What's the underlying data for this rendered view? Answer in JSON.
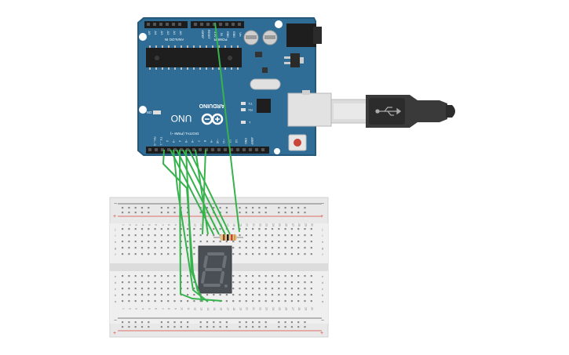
{
  "board": {
    "brand": "ARDUINO",
    "model": "UNO",
    "on_label": "ON",
    "tx_label": "TX",
    "rx_label": "RX",
    "l_label": "L",
    "digital_label": "DIGITAL (PWM ~)",
    "analog_label": "ANALOG IN",
    "power_label": "POWER",
    "aref_label": "AREF",
    "gnd_label": "GND",
    "ioref_label": "IOREF",
    "reset_label": "RESET",
    "v33_label": "3.3V",
    "v5_label": "5V",
    "vin_label": "Vin",
    "analog_pins": [
      "A0",
      "A1",
      "A2",
      "A3",
      "A4",
      "A5"
    ],
    "digital_pins": [
      "13",
      "12",
      "~11",
      "~10",
      "~9",
      "8",
      "7",
      "~6",
      "~5",
      "4",
      "~3",
      "2",
      "TX→1",
      "RX←0"
    ]
  },
  "breadboard": {
    "row_letters_top": [
      "j",
      "i",
      "h",
      "g",
      "f"
    ],
    "row_letters_bottom": [
      "e",
      "d",
      "c",
      "b",
      "a"
    ],
    "rail_minus": "−",
    "rail_plus": "+",
    "columns": [
      "1",
      "2",
      "3",
      "4",
      "5",
      "6",
      "7",
      "8",
      "9",
      "10",
      "11",
      "12",
      "13",
      "14",
      "15",
      "16",
      "17",
      "18",
      "19",
      "20",
      "21",
      "22",
      "23",
      "24",
      "25",
      "26",
      "27",
      "28",
      "29",
      "30"
    ]
  },
  "colors": {
    "board": "#2f6d96",
    "board_edge": "#24597c",
    "wire": "#37b24d",
    "segment_display": "#4a4f55",
    "breadboard": "#e8e8e8",
    "rail_red": "#d84a3c",
    "rail_dark": "#555555"
  }
}
